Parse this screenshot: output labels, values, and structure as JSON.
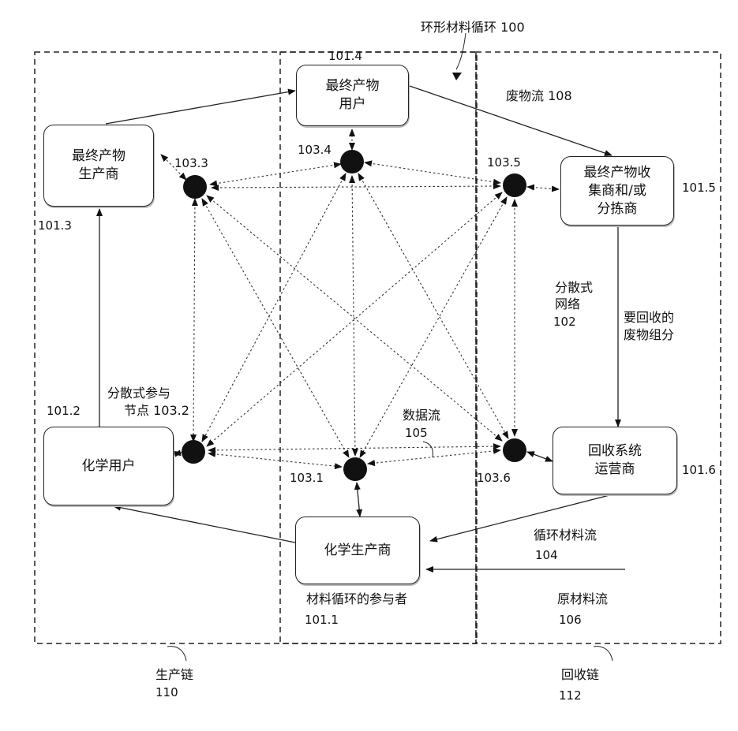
{
  "title": "环形材料循环 100",
  "boxes": {
    "end_user": [
      "最终产物",
      "用户"
    ],
    "end_producer": [
      "最终产物",
      "生产商"
    ],
    "collector": [
      "最终产物收",
      "集商和/或",
      "分拣商"
    ],
    "chem_user": [
      "化学用户"
    ],
    "chem_producer": [
      "化学生产商"
    ],
    "recycler": [
      "回收系统",
      "运营商"
    ]
  },
  "labels": {
    "id_101_4": "101.4",
    "id_101_3": "101.3",
    "id_101_5": "101.5",
    "id_101_2": "101.2",
    "id_101_6": "101.6",
    "node_103_3": "103.3",
    "node_103_4": "103.4",
    "node_103_5": "103.5",
    "node_103_1": "103.1",
    "node_103_6": "103.6",
    "node_103_2": "节点 103.2",
    "dist_participant": "分散式参与",
    "waste_flow": "废物流 108",
    "dist_network_1": "分散式",
    "dist_network_2": "网络",
    "dist_network_3": "102",
    "recycle_comp_1": "要回收的",
    "recycle_comp_2": "废物组分",
    "data_flow_1": "数据流",
    "data_flow_2": "105",
    "circ_flow_1": "循环材料流",
    "circ_flow_2": "104",
    "raw_flow_1": "原材料流",
    "raw_flow_2": "106",
    "participants_1": "材料循环的参与者",
    "participants_2": "101.1",
    "prod_chain_1": "生产链",
    "prod_chain_2": "110",
    "rec_chain_1": "回收链",
    "rec_chain_2": "112"
  }
}
